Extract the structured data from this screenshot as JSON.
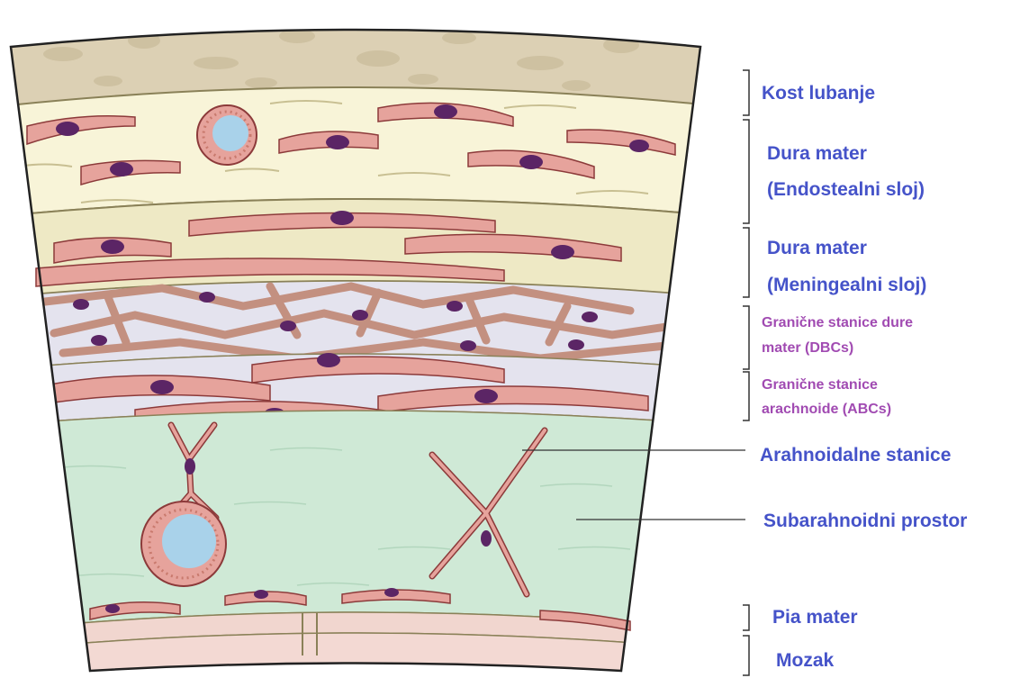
{
  "colors": {
    "label_blue": "#4553c9",
    "label_purple": "#a14bb2",
    "bone": "#dcd0b4",
    "dura_endosteal": "#f8f4d8",
    "dura_meningeal": "#eee9c5",
    "dbc_layer": "#e4e3ee",
    "abc_layer": "#e4e3ee",
    "subarachnoid": "#cfe9d6",
    "pia": "#f1d6cf",
    "brain": "#f3d9d3",
    "cell_body": "#e6a39c",
    "cell_nucleus": "#5b2565",
    "vessel_lumen": "#a9d2ea"
  },
  "labels": {
    "skull_bone": "Kost lubanje",
    "dura_endosteal_l1": "Dura mater",
    "dura_endosteal_l2": "(Endostealni sloj)",
    "dura_meningeal_l1": "Dura mater",
    "dura_meningeal_l2": "(Meningealni sloj)",
    "dbc_l1": "Granične stanice dure",
    "dbc_l2": "mater (DBCs)",
    "abc_l1": "Granične stanice",
    "abc_l2": "arachnoide (ABCs)",
    "arachnoid_cells": "Arahnoidalne stanice",
    "subarachnoid_space": "Subarahnoidni prostor",
    "pia_mater": "Pia mater",
    "brain": "Mozak"
  }
}
